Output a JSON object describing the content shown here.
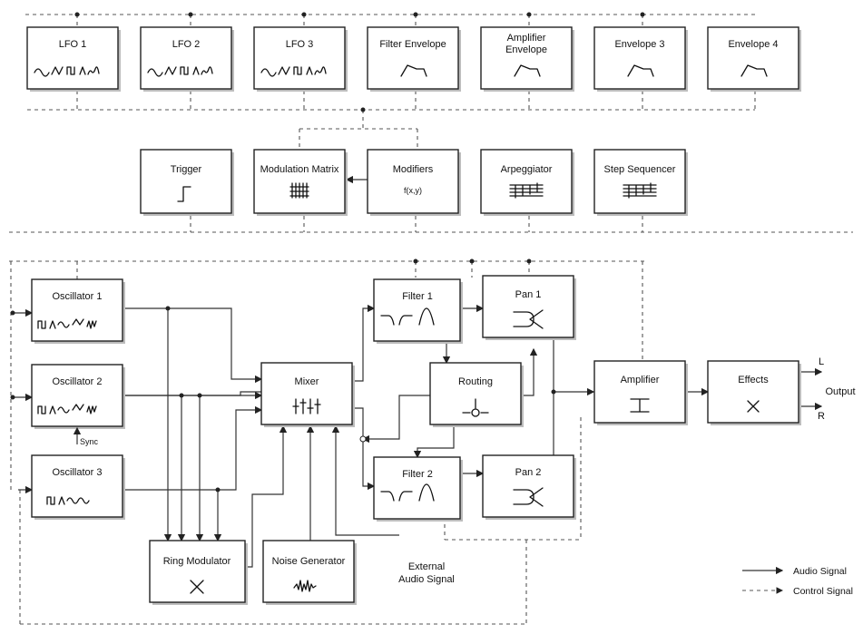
{
  "modulators": {
    "lfo1": "LFO 1",
    "lfo2": "LFO 2",
    "lfo3": "LFO 3",
    "filter_env": "Filter Envelope",
    "amp_env_1": "Amplifier",
    "amp_env_2": "Envelope",
    "env3": "Envelope 3",
    "env4": "Envelope 4"
  },
  "controls": {
    "trigger": "Trigger",
    "mod_matrix": "Modulation Matrix",
    "modifiers": "Modifiers",
    "modifiers_formula": "f(x,y)",
    "arpeggiator": "Arpeggiator",
    "step_sequencer": "Step Sequencer"
  },
  "audio": {
    "osc1": "Oscillator 1",
    "osc2": "Oscillator 2",
    "osc3": "Oscillator 3",
    "sync": "Sync",
    "mixer": "Mixer",
    "filter1": "Filter 1",
    "filter2": "Filter 2",
    "routing": "Routing",
    "pan1": "Pan 1",
    "pan2": "Pan 2",
    "amplifier": "Amplifier",
    "effects": "Effects",
    "ring_mod": "Ring Modulator",
    "noise_gen": "Noise Generator",
    "ext_audio_1": "External",
    "ext_audio_2": "Audio Signal"
  },
  "output": {
    "label": "Output",
    "left": "L",
    "right": "R"
  },
  "legend": {
    "audio": "Audio Signal",
    "control": "Control Signal"
  }
}
